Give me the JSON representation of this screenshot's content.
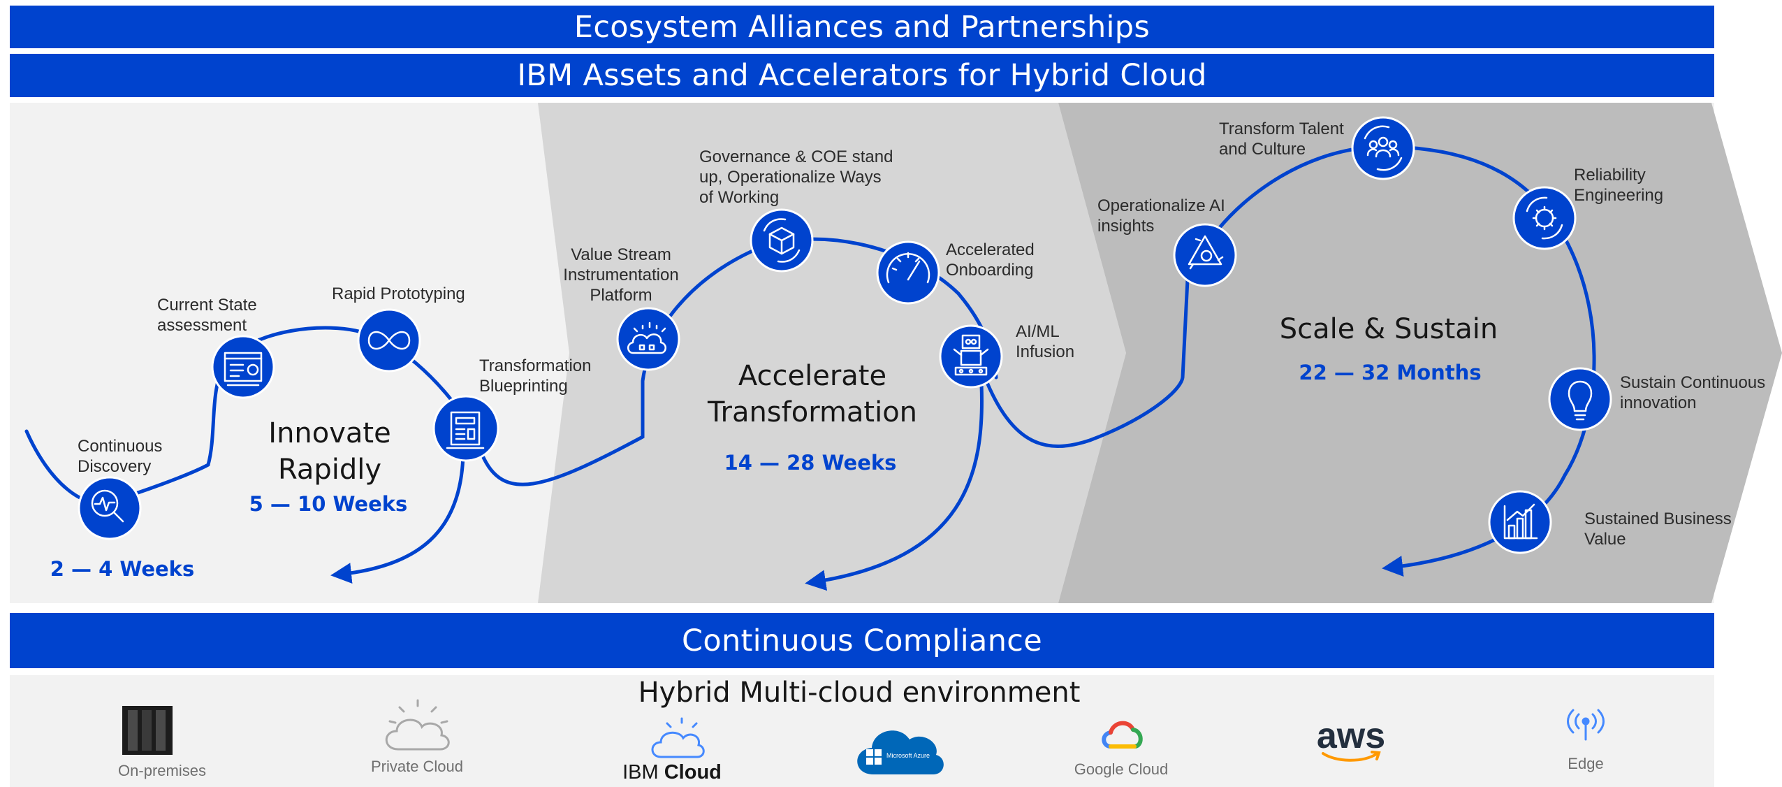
{
  "bands": {
    "ecosystem": "Ecosystem Alliances and Partnerships",
    "assets": "IBM Assets and Accelerators for Hybrid Cloud",
    "compliance": "Continuous Compliance"
  },
  "stages": [
    {
      "title_line1": "Innovate",
      "title_line2": "Rapidly",
      "duration": "5 — 10 Weeks"
    },
    {
      "title_line1": "Accelerate",
      "title_line2": "Transformation",
      "duration": "14 — 28 Weeks"
    },
    {
      "title_line1": "Scale & Sustain",
      "duration": "22 — 32 Months"
    }
  ],
  "initial_duration": "2 — 4 Weeks",
  "steps": [
    {
      "line1": "Continuous",
      "line2": "Discovery",
      "icon": "search-pulse-icon"
    },
    {
      "line1": "Current State",
      "line2": "assessment",
      "icon": "dashboard-icon"
    },
    {
      "line1": "Rapid Prototyping",
      "icon": "infinity-icon"
    },
    {
      "line1": "Transformation",
      "line2": "Blueprinting",
      "icon": "blueprint-icon"
    },
    {
      "line1": "Value Stream",
      "line2": "Instrumentation",
      "line3": "Platform",
      "icon": "cloud-network-icon"
    },
    {
      "line1": "Governance & COE stand",
      "line2": "up, Operationalize Ways",
      "line3": "of Working",
      "icon": "cube-cycle-icon"
    },
    {
      "line1": "Accelerated",
      "line2": "Onboarding",
      "icon": "speedometer-icon"
    },
    {
      "line1": "AI/ML",
      "line2": "Infusion",
      "icon": "robot-icon"
    },
    {
      "line1": "Operationalize AI",
      "line2": "insights",
      "icon": "recycle-ai-icon"
    },
    {
      "line1": "Transform Talent",
      "line2": "and Culture",
      "icon": "people-cycle-icon"
    },
    {
      "line1": "Reliability",
      "line2": "Engineering",
      "icon": "gear-cycle-icon"
    },
    {
      "line1": "Sustain Continuous",
      "line2": "innovation",
      "icon": "lightbulb-icon"
    },
    {
      "line1": "Sustained Business",
      "line2": "Value",
      "icon": "growth-chart-icon"
    }
  ],
  "environment": {
    "title": "Hybrid Multi-cloud environment",
    "providers": [
      {
        "label": "On-premises",
        "icon": "server-rack-icon"
      },
      {
        "label": "Private Cloud",
        "icon": "cloud-sun-icon"
      },
      {
        "label": "IBM",
        "label_bold": "Cloud",
        "icon": "ibm-cloud-icon"
      },
      {
        "label": "Microsoft Azure",
        "icon": "azure-cloud-icon"
      },
      {
        "label": "Google Cloud",
        "icon": "google-cloud-icon"
      },
      {
        "label": "aws",
        "icon": "aws-smile-icon"
      },
      {
        "label": "Edge",
        "icon": "antenna-icon"
      }
    ]
  },
  "colors": {
    "brand_blue": "#0043ce",
    "stage1_bg": "#f2f2f2",
    "stage2_bg": "#d6d6d6",
    "stage3_bg": "#bcbcbc"
  }
}
